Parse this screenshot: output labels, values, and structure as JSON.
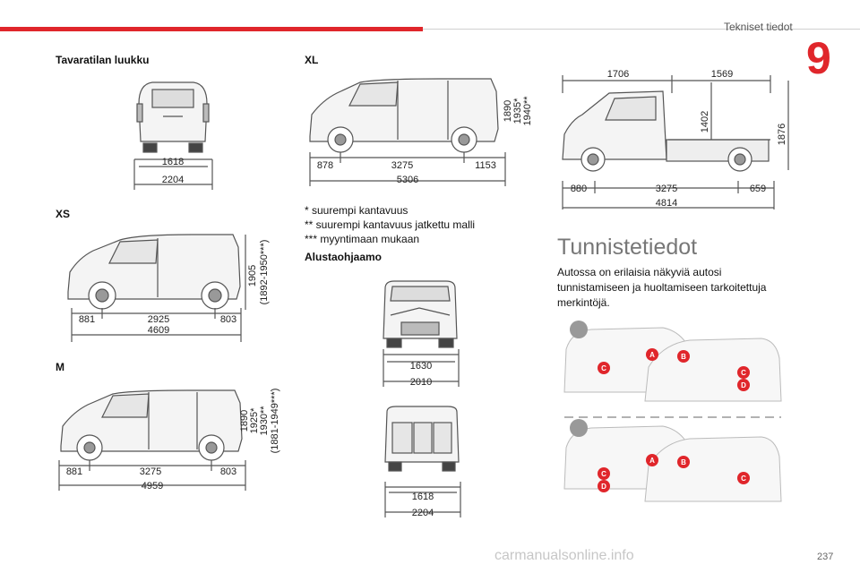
{
  "header": {
    "section_title": "Tekniset tiedot",
    "chapter_number": "9"
  },
  "tailgate": {
    "heading": "Tavaratilan luukku",
    "inner_width": "1618",
    "outer_width": "2204"
  },
  "xs": {
    "heading": "XS",
    "front": "881",
    "wheelbase": "2925",
    "rear": "803",
    "length": "4609",
    "height_main": "1905",
    "height_alt": "(1892-1950***)"
  },
  "m": {
    "heading": "M",
    "front": "881",
    "wheelbase": "3275",
    "rear": "803",
    "length": "4959",
    "height_1": "1890",
    "height_2": "1925*",
    "height_3": "1930**",
    "height_4": "(1881-1949***)"
  },
  "xl": {
    "heading": "XL",
    "front": "878",
    "wheelbase": "3275",
    "rear": "1153",
    "length": "5306",
    "height_1": "1890",
    "height_2": "1935*",
    "height_3": "1940**"
  },
  "notes": [
    "* suurempi kantavuus",
    "** suurempi kantavuus jatkettu malli",
    "*** myyntimaan mukaan"
  ],
  "chassis": {
    "heading": "Alustaohjaamo",
    "front_inner": "1630",
    "front_outer": "2010",
    "rear_inner": "1618",
    "rear_outer": "2204"
  },
  "chassis_side": {
    "cab_length": "1706",
    "bed_length": "1569",
    "bed_height": "1402",
    "total_height": "1876",
    "front": "880",
    "wheelbase": "3275",
    "rear": "659",
    "length": "4814"
  },
  "identification": {
    "title": "Tunnistetiedot",
    "text": "Autossa on erilaisia näkyviä autosi tunnistamiseen ja huoltamiseen tarkoitettuja merkintöjä.",
    "markers": [
      "A",
      "B",
      "C",
      "C",
      "D"
    ]
  },
  "footer": {
    "page_number": "237",
    "watermark": "carmanualsonline.info"
  },
  "colors": {
    "accent": "#e0262b",
    "drawing": "#555555"
  }
}
